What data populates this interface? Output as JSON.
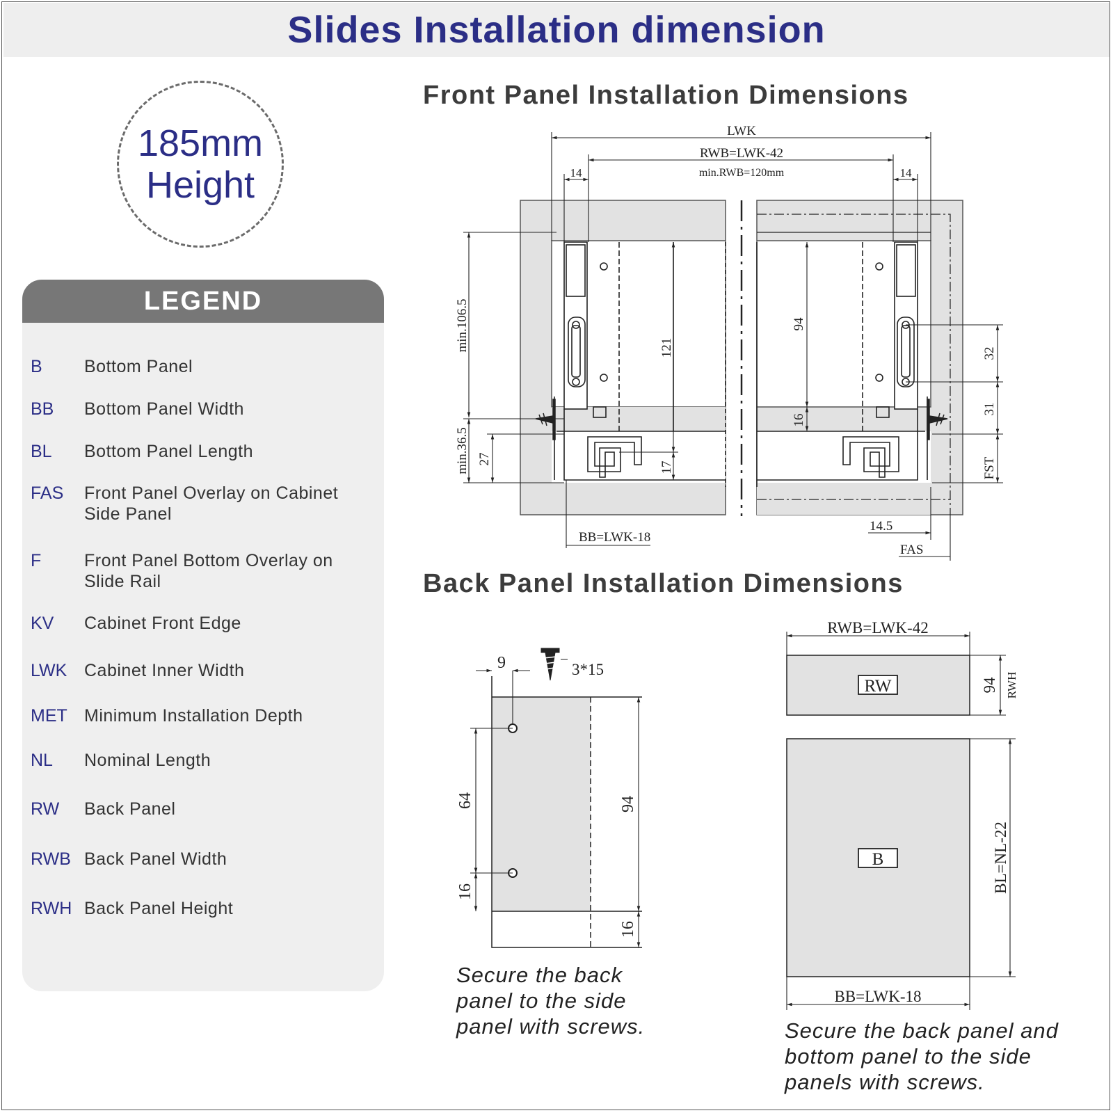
{
  "title": "Slides Installation dimension",
  "badge": {
    "line1": "185mm",
    "line2": "Height"
  },
  "legend": {
    "heading": "LEGEND",
    "items": [
      {
        "code": "B",
        "desc": "Bottom Panel"
      },
      {
        "code": "BB",
        "desc": "Bottom Panel Width"
      },
      {
        "code": "BL",
        "desc": "Bottom Panel Length"
      },
      {
        "code": "FAS",
        "desc": "Front Panel Overlay on Cabinet Side Panel"
      },
      {
        "code": "F",
        "desc": "Front Panel Bottom Overlay on Slide Rail"
      },
      {
        "code": "KV",
        "desc": "Cabinet Front Edge"
      },
      {
        "code": "LWK",
        "desc": "Cabinet Inner Width"
      },
      {
        "code": "MET",
        "desc": "Minimum Installation Depth"
      },
      {
        "code": "NL",
        "desc": "Nominal Length"
      },
      {
        "code": "RW",
        "desc": "Back Panel"
      },
      {
        "code": "RWB",
        "desc": "Back Panel Width"
      },
      {
        "code": "RWH",
        "desc": "Back Panel Height"
      }
    ]
  },
  "front": {
    "title": "Front Panel Installation Dimensions",
    "labels": {
      "lwk": "LWK",
      "rwb": "RWB=LWK-42",
      "min_rwb": "min.RWB=120mm",
      "d14_left": "14",
      "d14_right": "14",
      "min106": "min.106.5",
      "min36": "min.36.5",
      "d27": "27",
      "d121": "121",
      "d17": "17",
      "d94": "94",
      "d16": "16",
      "d32": "32",
      "d31": "31",
      "fst": "FST",
      "bb": "BB=LWK-18",
      "d145": "14.5",
      "fas": "FAS"
    }
  },
  "back": {
    "title": "Back Panel Installation Dimensions",
    "labels": {
      "d9": "9",
      "screw": "3*15",
      "d64": "64",
      "d16a": "16",
      "d94": "94",
      "d16b": "16",
      "rwb": "RWB=LWK-42",
      "rw": "RW",
      "d94b": "94",
      "rwh": "RWH",
      "b": "B",
      "bl": "BL=NL-22",
      "bb": "BB=LWK-18"
    },
    "note_left": [
      "Secure the back",
      "panel to the side",
      "panel with screws."
    ],
    "note_right": [
      "Secure the back panel and",
      "bottom panel to the side",
      "panels with screws."
    ]
  }
}
